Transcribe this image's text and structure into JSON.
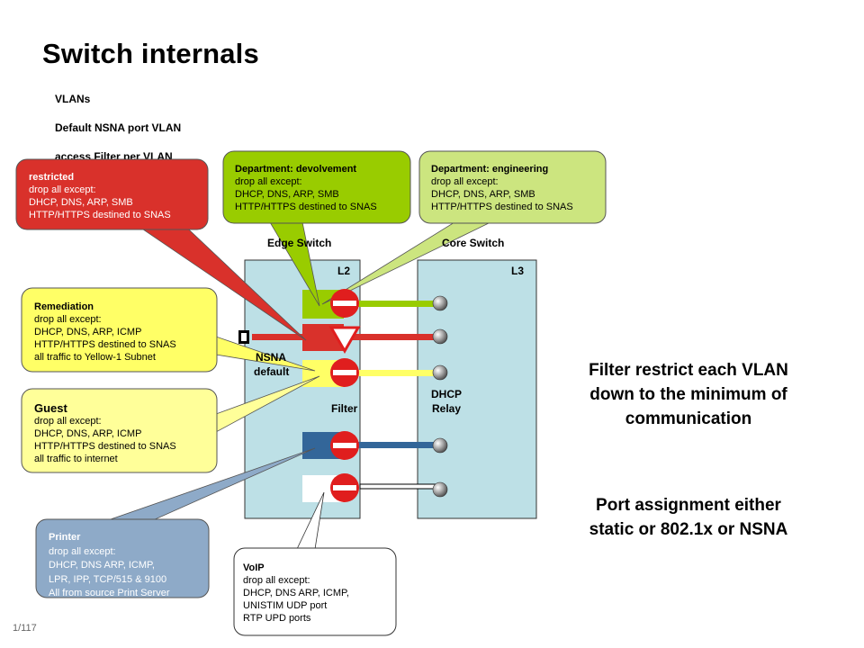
{
  "title": "Switch internals",
  "bullets": [
    "VLANs",
    "Default NSNA port VLAN",
    "access  Filter per VLAN"
  ],
  "labels": {
    "edge_switch": "Edge Switch",
    "core_switch": "Core Switch",
    "l2": "L2",
    "l3": "L3",
    "nsna": "NSNA",
    "default": "default",
    "filter": "Filter",
    "dhcp": "DHCP",
    "relay": "Relay"
  },
  "callouts": {
    "restricted": {
      "head": "restricted",
      "lines": [
        "drop all except:",
        "DHCP, DNS, ARP, SMB",
        "HTTP/HTTPS  destined to SNAS"
      ],
      "color": "#d9312b"
    },
    "devolvement": {
      "head": "Department: devolvement",
      "lines": [
        "drop all except:",
        "DHCP, DNS, ARP, SMB",
        "HTTP/HTTPS  destined to SNAS"
      ],
      "color": "#99cc00"
    },
    "engineering": {
      "head": "Department: engineering",
      "lines": [
        "drop all except:",
        "DHCP, DNS, ARP, SMB",
        "HTTP/HTTPS  destined to SNAS"
      ],
      "color": "#cce57f"
    },
    "remediation": {
      "head": "Remediation",
      "lines": [
        "drop all except:",
        "DHCP, DNS, ARP, ICMP",
        "HTTP/HTTPS  destined to SNAS",
        "all traffic to Yellow-1 Subnet"
      ],
      "color": "#ffff66"
    },
    "guest": {
      "head": "Guest",
      "lines": [
        "drop all except:",
        "DHCP, DNS, ARP, ICMP",
        "HTTP/HTTPS  destined to SNAS",
        "all traffic to internet"
      ],
      "color": "#ffff99"
    },
    "printer": {
      "head": "Printer",
      "lines": [
        "drop all except:",
        "DHCP, DNS ARP, ICMP,",
        "LPR, IPP, TCP/515  & 9100",
        "All from source Print Server"
      ],
      "color": "#8eaac8"
    },
    "voip": {
      "head": "VoIP",
      "lines": [
        "drop all except:",
        "DHCP, DNS ARP, ICMP,",
        "UNISTIM  UDP port",
        "RTP  UPD ports"
      ],
      "color": "#ffffff"
    }
  },
  "side_text": {
    "filter_restrict": "Filter restrict each VLAN down to the minimum of communication",
    "port_assignment": "Port assignment either static or 802.1x or NSNA"
  },
  "page_number": "1/117",
  "colors": {
    "switch_body": "#bde0e6",
    "green": "#99cc00",
    "red": "#d9312b",
    "yellow": "#ffff66",
    "blue": "#336699",
    "white": "#ffffff"
  }
}
